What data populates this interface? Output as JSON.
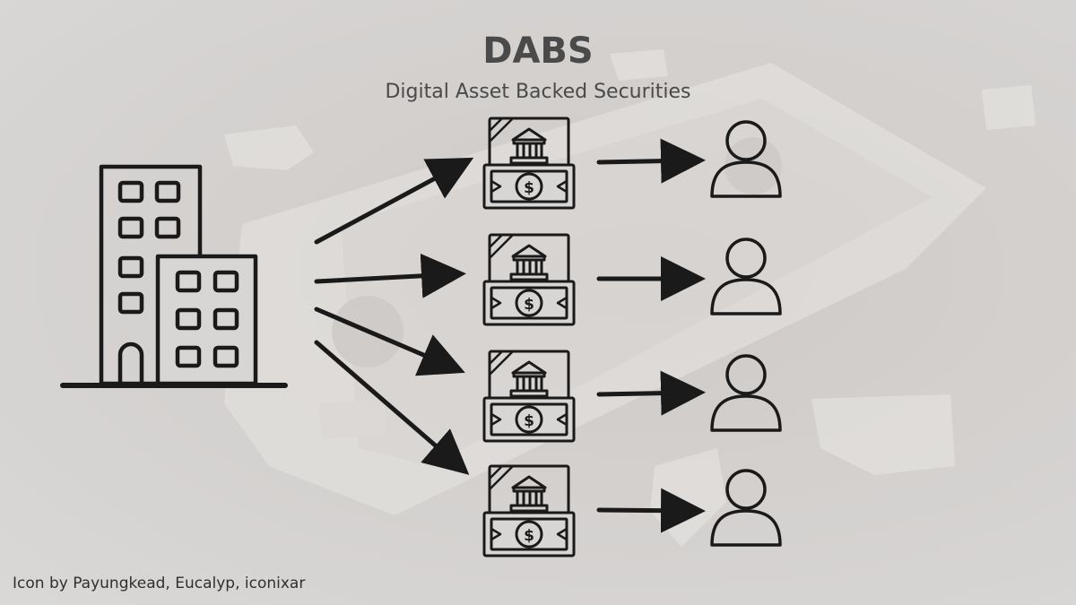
{
  "header": {
    "title": "DABS",
    "subtitle": "Digital Asset Backed Securities"
  },
  "footer": {
    "credit": "Icon by Payungkead, Eucalyp, iconixar"
  },
  "icons": {
    "source": "building-icon",
    "security": "bank-note-icon",
    "investor": "user-icon"
  },
  "colors": {
    "ink": "#1a1a1a",
    "text": "#4a4a4a",
    "background": "#d6d4d2"
  }
}
